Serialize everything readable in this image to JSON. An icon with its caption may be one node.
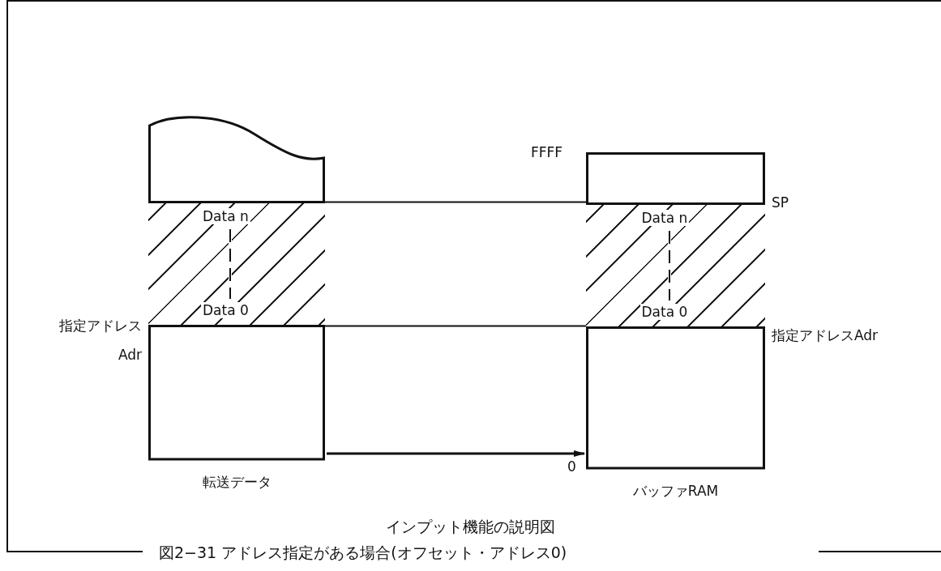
{
  "diagram": {
    "title": "インプット機能の説明図",
    "caption": "図2−31 アドレス指定がある場合(オフセット・アドレス0)",
    "nodes": [
      {
        "text": [
          "転送データ"
        ]
      },
      {
        "text": [
          "Data n",
          "Data 0"
        ],
        "in": 0
      },
      {
        "text": [
          "バッファRAM"
        ]
      },
      {
        "text": [
          "Data n",
          "Data 0"
        ],
        "in": 2
      }
    ],
    "edges": [
      {
        "from": 1,
        "to": 3,
        "arrow": "none"
      },
      {
        "from": 1,
        "to": 3,
        "arrow": "none"
      },
      {
        "from": 0,
        "to": 2,
        "arrow": "to"
      }
    ],
    "labels": [
      "FFFF",
      "SP",
      "指定アドレス",
      "Adr",
      "指定アドレスAdr",
      "0"
    ]
  }
}
